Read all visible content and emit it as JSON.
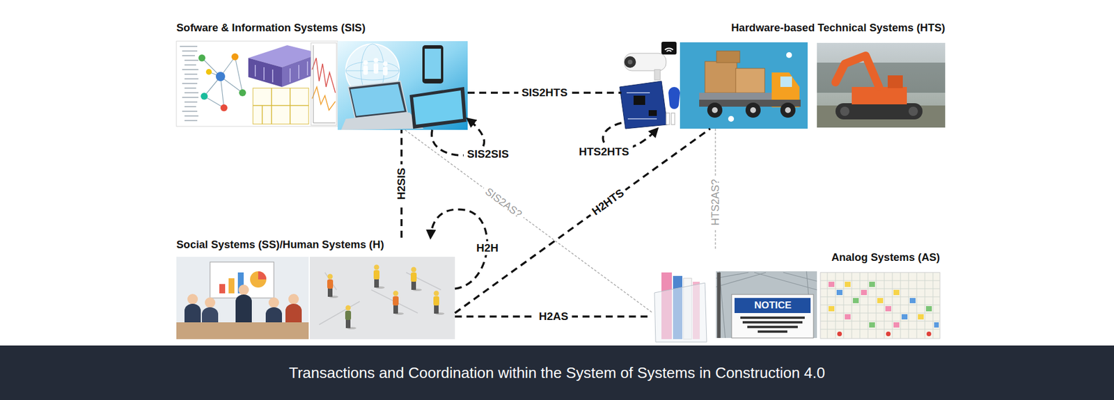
{
  "diagram": {
    "caption": "Transactions and Coordination within the System of Systems in Construction 4.0",
    "nodes": [
      {
        "text": [
          "Sofware & Information Systems (SIS)"
        ]
      },
      {
        "text": [
          "Hardware-based Technical Systems (HTS)"
        ]
      },
      {
        "text": [
          "Social Systems (SS)/Human Systems (H)"
        ]
      },
      {
        "text": [
          "Analog Systems (AS)"
        ]
      }
    ],
    "edges": [
      {
        "from": 0,
        "to": 1,
        "label": "SIS2HTS",
        "arrow": "none"
      },
      {
        "from": 0,
        "to": 0,
        "label": "SIS2SIS",
        "arrow": "to"
      },
      {
        "from": 1,
        "to": 1,
        "label": "HTS2HTS",
        "arrow": "to"
      },
      {
        "from": 2,
        "to": 0,
        "label": "H2SIS",
        "arrow": "none"
      },
      {
        "from": 2,
        "to": 2,
        "label": "H2H",
        "arrow": "to"
      },
      {
        "from": 2,
        "to": 1,
        "label": "H2HTS",
        "arrow": "none"
      },
      {
        "from": 2,
        "to": 3,
        "label": "H2AS",
        "arrow": "none"
      },
      {
        "from": 0,
        "to": 3,
        "label": "SIS2AS?",
        "arrow": "none"
      },
      {
        "from": 1,
        "to": 3,
        "label": "HTS2AS?",
        "arrow": "none"
      }
    ],
    "labels": [
      "NOTICE"
    ]
  }
}
